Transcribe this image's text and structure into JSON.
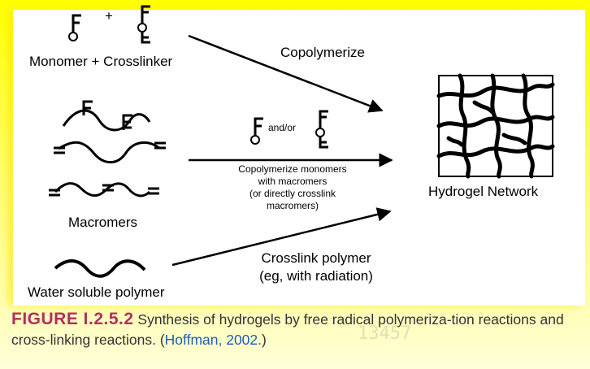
{
  "labels": {
    "monomer_crosslinker": "Monomer + Crosslinker",
    "plus": "+",
    "copolymerize": "Copolymerize",
    "and_or": "and/or",
    "copolymerize_macromers": [
      "Copolymerize monomers",
      "with macromers",
      "(or directly crosslink",
      "macromers)"
    ],
    "macromers": "Macromers",
    "crosslink_polymer": [
      "Crosslink polymer",
      "(eg, with radiation)"
    ],
    "water_soluble_polymer": "Water soluble polymer",
    "hydrogel_network": "Hydrogel Network"
  },
  "caption": {
    "label": "FIGURE I.2.5.2",
    "text": " Synthesis of hydrogels by free radical polymeriza-tion reactions and cross-linking reactions. (",
    "cite": "Hoffman, 2002.",
    "end": ")"
  },
  "colors": {
    "background": "#ffff00",
    "caption_label": "#b03060",
    "citation": "#1e5fb4",
    "ink": "#000000"
  }
}
